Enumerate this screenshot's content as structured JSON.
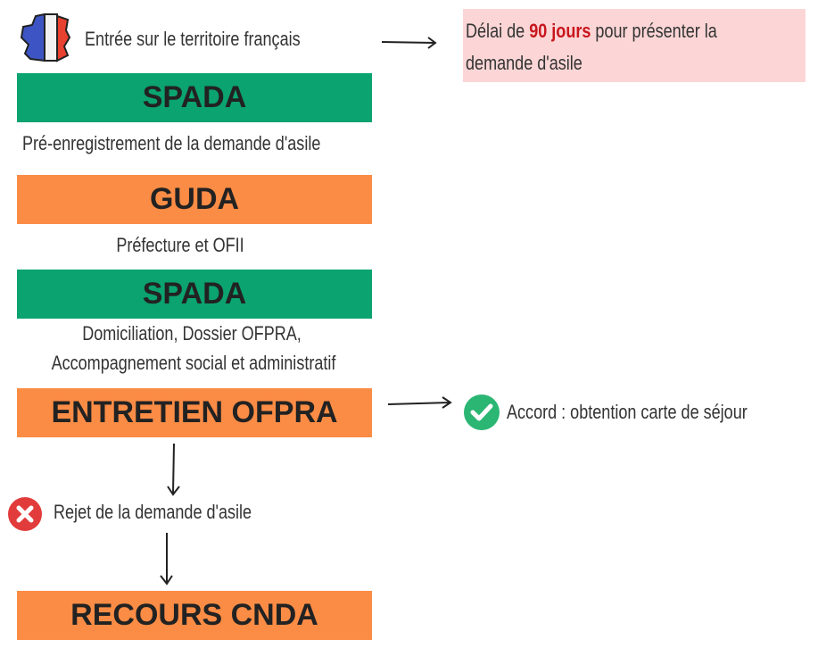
{
  "entry": {
    "text": "Entrée sur le territoire français",
    "icon": "france-flag-map-icon"
  },
  "deadline": {
    "prefix": "Délai de ",
    "highlight": "90 jours",
    "suffix": " pour présenter la",
    "line2": "demande d'asile",
    "highlight_color": "#c8161d"
  },
  "steps": [
    {
      "label": "SPADA",
      "color": "#0ba36f",
      "caption": [
        "Pré-enregistrement de la demande d'asile"
      ]
    },
    {
      "label": "GUDA",
      "color": "#fb8c45",
      "caption": [
        "Préfecture et OFII"
      ]
    },
    {
      "label": "SPADA",
      "color": "#0ba36f",
      "caption": [
        "Domiciliation, Dossier OFPRA,",
        "Accompagnement social et administratif"
      ]
    },
    {
      "label": "ENTRETIEN OFPRA",
      "color": "#fb8c45"
    },
    {
      "label": "RECOURS CNDA",
      "color": "#fb8c45"
    }
  ],
  "outcomes": {
    "accept": "Accord : obtention carte de séjour",
    "reject": "Rejet de la demande d'asile"
  }
}
